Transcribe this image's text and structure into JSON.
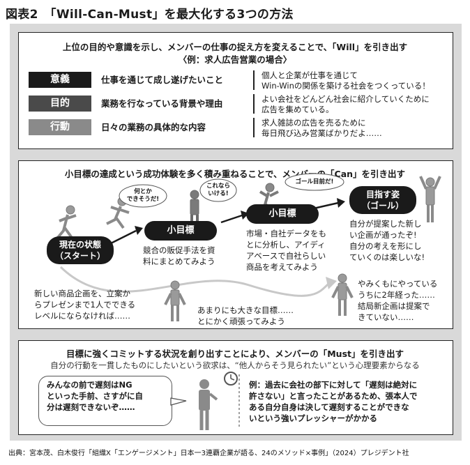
{
  "title": "図表2　「Will-Can-Must」を最大化する3つの方法",
  "will": {
    "heading": "上位の目的や意識を示し、メンバーの仕事の捉え方を変えることで、「Will」を引き出す",
    "subheading": "〈例：求人広告営業の場合〉",
    "rows": [
      {
        "label": "意義",
        "term": "仕事を通じて成し遂げたいこと",
        "desc1": "個人と企業が仕事を通じて",
        "desc2": "Win-Winの関係を築ける社会をつくっている！",
        "color": "#1a1a1a"
      },
      {
        "label": "目的",
        "term": "業務を行なっている背景や理由",
        "desc1": "よい会社をどんどん社会に紹介していくために",
        "desc2": "広告を集めている。",
        "color": "#4a4a4a"
      },
      {
        "label": "行動",
        "term": "日々の業務の具体的な内容",
        "desc1": "求人雑誌の広告を売るために",
        "desc2": "毎日飛び込み営業ばかりだよ……",
        "color": "#8a8a8a"
      }
    ]
  },
  "can": {
    "heading": "小目標の達成という成功体験を多く積み重ねることで、メンバーの「Can」を引き出す",
    "start_label1": "現在の状態",
    "start_label2": "（スタート）",
    "small_goal_label": "小目標",
    "goal_label1": "目指す姿",
    "goal_label2": "（ゴール）",
    "bubble1a": "何とか",
    "bubble1b": "できそうだ!",
    "bubble2a": "これなら",
    "bubble2b": "いける!",
    "bubble3": "ゴール目前だ!",
    "small1_desc": [
      "競合の販促手法を資",
      "料にまとめてみよう"
    ],
    "small2_desc": [
      "市場・自社データをも",
      "とに分析し、アイディ",
      "アベースで自社らしい",
      "商品を考えてみよう"
    ],
    "goal_desc": [
      "自分が提案した新し",
      "い企画が通ったぞ!",
      "自分の考えを形にし",
      "ていくのは楽しいな!"
    ],
    "start_desc": [
      "新しい商品企画を、立案か",
      "らプレゼンまで1人でできる",
      "レベルにならなければ……"
    ],
    "big_goal_desc": [
      "あまりにも大きな目標……",
      "とにかく頑張ってみよう"
    ],
    "fail_desc": [
      "やみくもにやっている",
      "うちに2年経った……",
      "結局新企画は提案で",
      "きていない……"
    ]
  },
  "must": {
    "heading": "目標に強くコミットする状況を創り出すことにより、メンバーの「Must」を引き出す",
    "subheading": "自分の行動を一貫したものにしたいという欲求は、“他人からそう見られたい”という心理要素からなる",
    "speech": [
      "みんなの前で遅刻はNG",
      "といった手前、さすがに自",
      "分は遅刻できないぞ……"
    ],
    "example": [
      "例：過去に会社の部下に対して「遅刻は絶対に",
      "許さない」と言ったことがあるため、張本人で",
      "ある自分自身は決して遅刻することができな",
      "いという強いプレッシャーがかかる"
    ]
  },
  "source": "出典：宮本茂、白木俊行「組織X「エンゲージメント」日本一3連覇企業が語る、24のメソッド×事例」（2024）プレジデント社"
}
